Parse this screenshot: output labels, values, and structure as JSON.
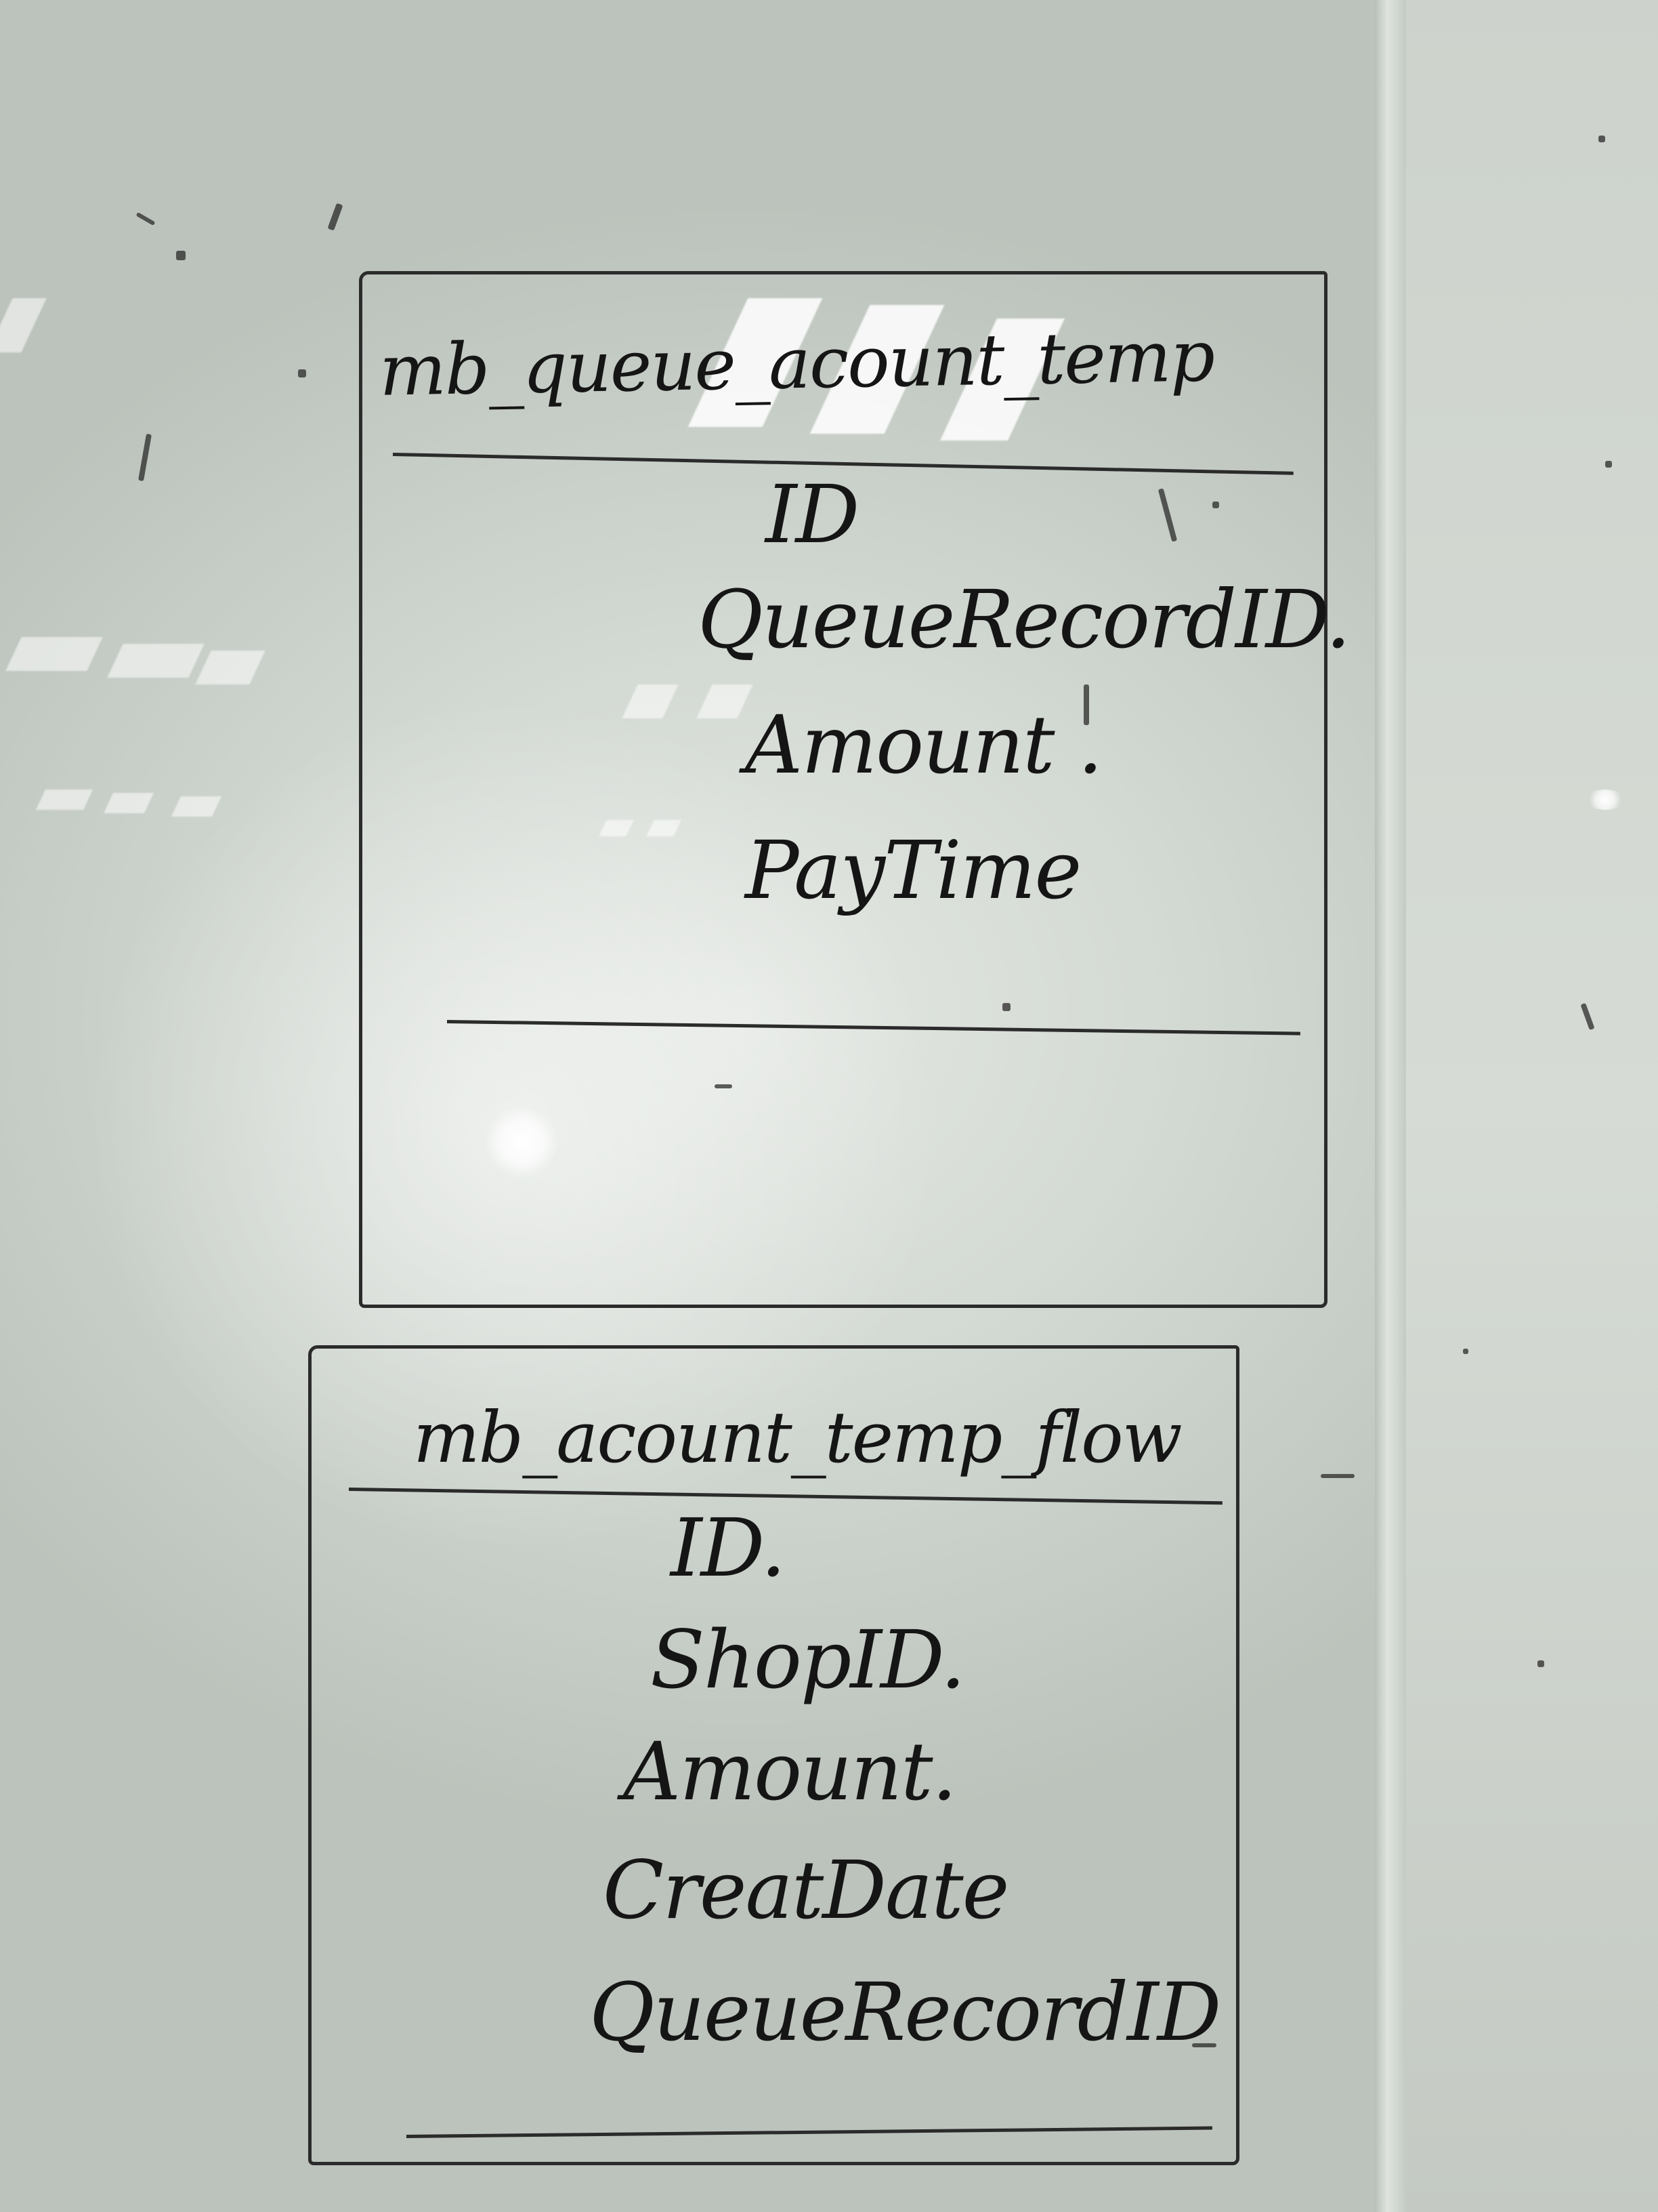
{
  "whiteboard": {
    "tables": [
      {
        "title": "mb_queue_acount_temp",
        "fields": [
          "ID",
          "QueueRecordID.",
          "Amount .",
          "PayTime"
        ]
      },
      {
        "title": "mb_acount_temp_flow",
        "fields": [
          "ID.",
          "ShopID.",
          "Amount.",
          "CreatDate",
          "QueueRecordID"
        ]
      }
    ],
    "colors": {
      "ink": "#151515",
      "board": "#cfd5cf"
    }
  }
}
